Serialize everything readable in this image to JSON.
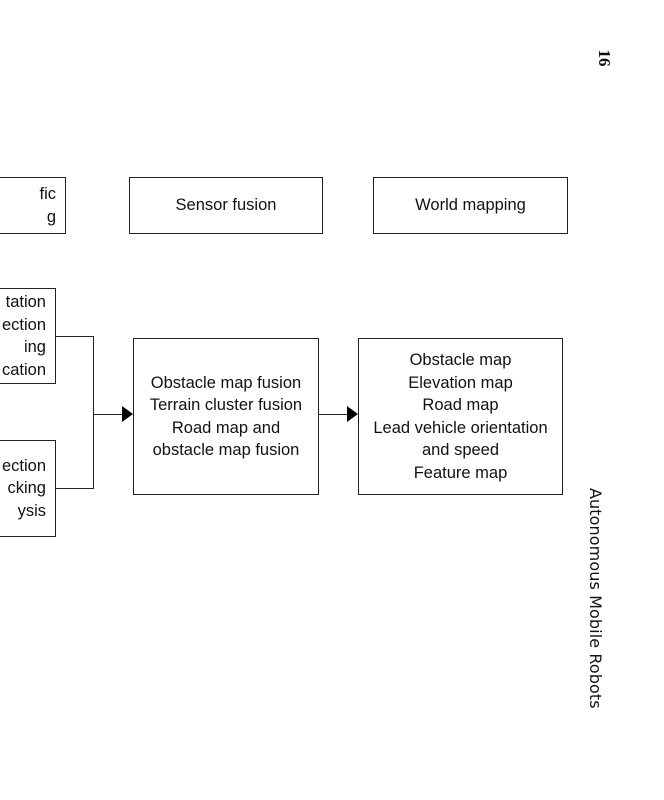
{
  "page": {
    "page_number": "16",
    "running_head": "Autonomous Mobile Robots"
  },
  "diagram": {
    "headers": {
      "cut_off": [
        "fic",
        "g"
      ],
      "sensor_fusion": "Sensor fusion",
      "world_mapping": "World mapping"
    },
    "left_boxes": [
      {
        "lines": [
          "tation",
          "ection",
          "ing",
          "cation"
        ]
      },
      {
        "lines": [
          "ection",
          "cking",
          "ysis"
        ]
      }
    ],
    "fusion_box": {
      "lines": [
        "Obstacle map fusion",
        "Terrain cluster fusion",
        "Road map and",
        "obstacle map fusion"
      ]
    },
    "mapping_box": {
      "lines": [
        "Obstacle map",
        "Elevation map",
        "Road map",
        "Lead vehicle orientation",
        "and speed",
        "Feature map"
      ]
    }
  }
}
